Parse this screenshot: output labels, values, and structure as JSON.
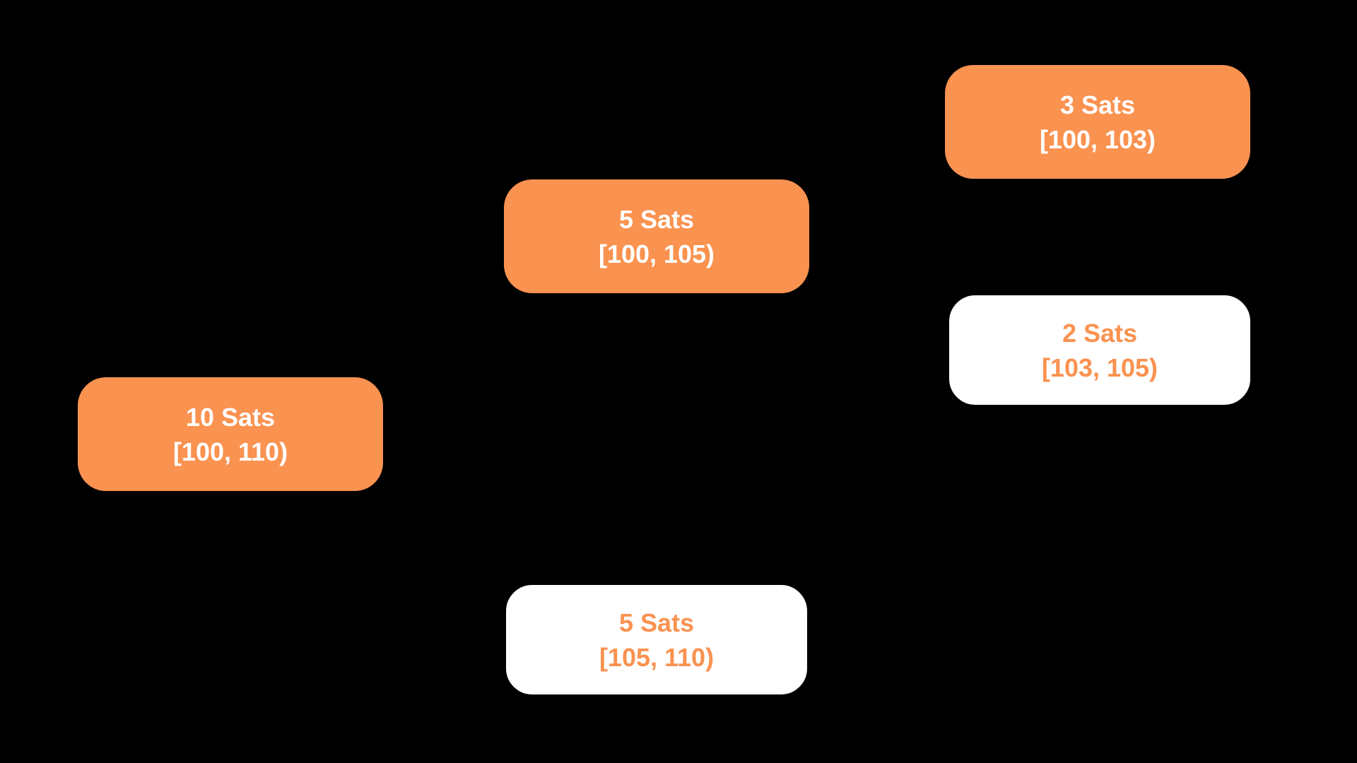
{
  "diagram": {
    "background_color": "#000000",
    "accent_color": "#FA9250",
    "node_fill_white": "#FFFFFF",
    "outlined_border_color": "#000000",
    "text_on_orange": "#FFFFFF",
    "text_on_white": "#FA9250"
  },
  "nodes": [
    {
      "title": "10 Sats",
      "range": "[100, 110)",
      "variant": "filled"
    },
    {
      "title": "5 Sats",
      "range": "[100, 105)",
      "variant": "filled"
    },
    {
      "title": "5 Sats",
      "range": "[105, 110)",
      "variant": "outlined"
    },
    {
      "title": "3 Sats",
      "range": "[100, 103)",
      "variant": "filled"
    },
    {
      "title": "2 Sats",
      "range": "[103, 105)",
      "variant": "outlined"
    }
  ]
}
